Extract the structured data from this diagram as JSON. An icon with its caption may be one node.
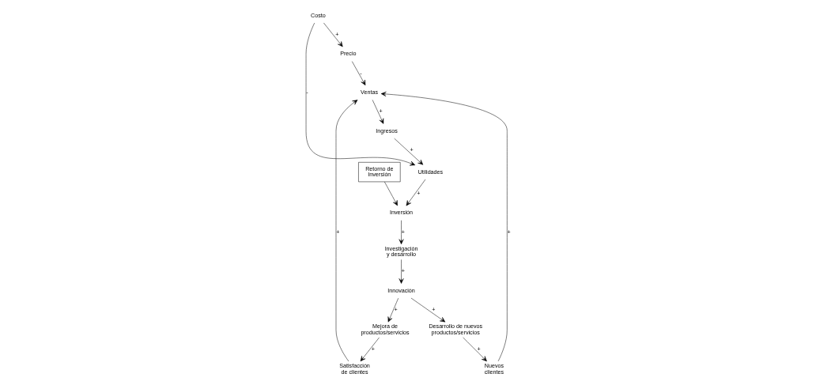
{
  "diagram": {
    "nodes": [
      {
        "text": [
          "Costo"
        ]
      },
      {
        "text": [
          "Precio"
        ]
      },
      {
        "text": [
          "Utilidades"
        ]
      },
      {
        "text": [
          "Retorno de Inversión"
        ]
      },
      {
        "text": [
          "Inversión"
        ]
      },
      {
        "text": [
          "Investigación y desarrollo"
        ]
      },
      {
        "text": [
          "Ventas"
        ]
      },
      {
        "text": [
          "Ingresos"
        ]
      },
      {
        "text": [
          "Innovación"
        ]
      },
      {
        "text": [
          "Satisfacción de clientes"
        ]
      },
      {
        "text": [
          "Nuevos clientes"
        ]
      },
      {
        "text": [
          "Desarrollo de nuevos productos/servicios"
        ]
      },
      {
        "text": [
          "Mejora de productos/servicios"
        ]
      }
    ],
    "edges": [
      {
        "from": 0,
        "to": 1,
        "arrow": "to",
        "label": "+"
      },
      {
        "from": 0,
        "to": 2,
        "arrow": "to",
        "label": "-"
      },
      {
        "from": 3,
        "to": 4,
        "arrow": "to"
      },
      {
        "from": 2,
        "to": 4,
        "arrow": "to",
        "label": "+"
      },
      {
        "from": 4,
        "to": 5,
        "arrow": "to",
        "label": "+"
      },
      {
        "from": 1,
        "to": 6,
        "arrow": "to",
        "label": "-"
      },
      {
        "from": 6,
        "to": 7,
        "arrow": "to",
        "label": "+"
      },
      {
        "from": 7,
        "to": 2,
        "arrow": "to",
        "label": "+"
      },
      {
        "from": 5,
        "to": 8,
        "arrow": "to",
        "label": "+"
      },
      {
        "from": 8,
        "to": 11,
        "arrow": "to",
        "label": "+"
      },
      {
        "from": 8,
        "to": 12,
        "arrow": "to",
        "label": "+"
      },
      {
        "from": 9,
        "to": 6,
        "arrow": "to",
        "label": "+"
      },
      {
        "from": 10,
        "to": 6,
        "arrow": "to",
        "label": "+"
      },
      {
        "from": 11,
        "to": 10,
        "arrow": "to",
        "label": "+"
      },
      {
        "from": 12,
        "to": 9,
        "arrow": "to",
        "label": "+"
      }
    ]
  }
}
